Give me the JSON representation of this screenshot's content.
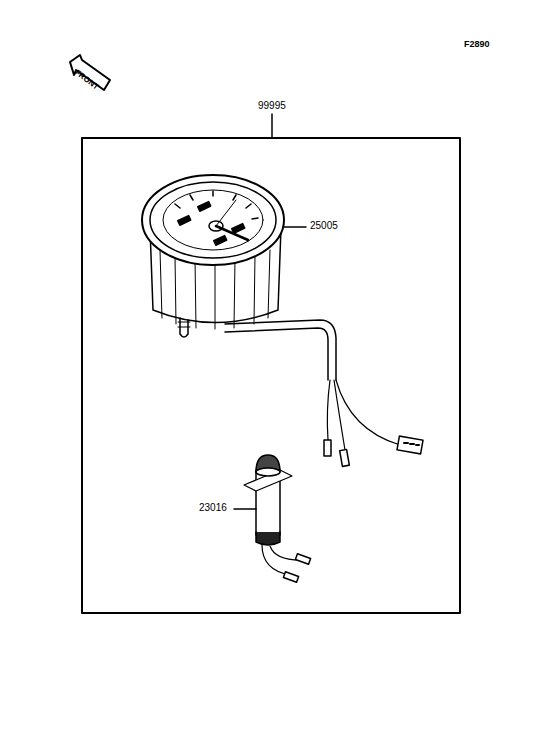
{
  "diagram": {
    "labels": [
      "FRONT",
      "F2890",
      "99995",
      "25005",
      "23016"
    ]
  }
}
